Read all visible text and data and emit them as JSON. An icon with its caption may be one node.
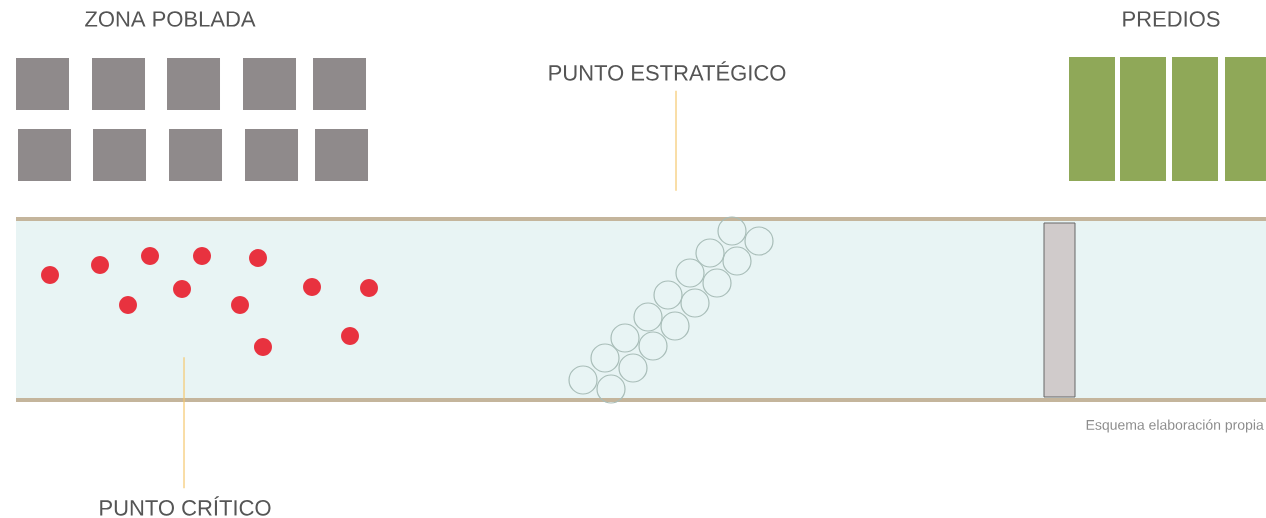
{
  "diagram": {
    "nodes": [
      {
        "text": [],
        "shape": "circle"
      },
      {
        "text": [],
        "shape": "circle"
      },
      {
        "text": [
          "PUNTO ESTRATÉGICO"
        ]
      },
      {
        "text": [
          "PUNTO CRÍTICO"
        ]
      }
    ],
    "edges": [
      {
        "from": 2,
        "to": 1,
        "arrow": "none"
      },
      {
        "from": 3,
        "to": 0,
        "arrow": "none"
      }
    ],
    "labels": [
      "ZONA POBLADA",
      "PREDIOS",
      "Esquema elaboración propia"
    ]
  }
}
